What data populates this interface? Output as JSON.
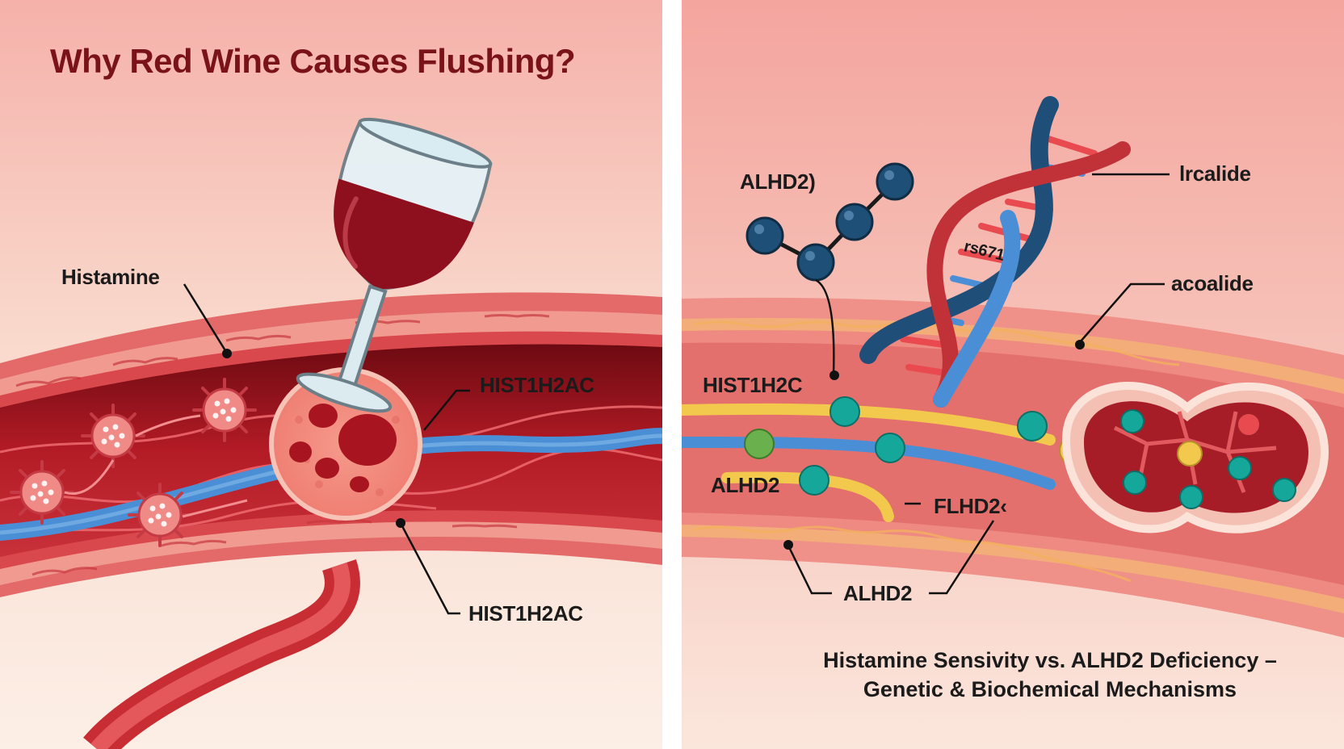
{
  "title": "Why Red Wine Causes Flushing?",
  "caption": {
    "line1": "Histamine Sensivity vs. ALHD2 Deficiency –",
    "line2": "Genetic & Biochemical Mechanisms"
  },
  "labels": {
    "histamine": "Histamine",
    "hist_top": "HIST1H2AC",
    "hist_bottom": "HIST1H2AC",
    "alhd2_mol": "ALHD2)",
    "ircalide": "lrcalide",
    "rs671": "rs671",
    "acoalide": "acoalide",
    "hist_right": "HIST1H2C",
    "alhd2_mid": "ALHD2",
    "flhd2": "FLHD2‹",
    "alhd2_bottom": "ALHD2"
  },
  "colors": {
    "title": "#7a1219",
    "vessel_outer": "#e46a6a",
    "vessel_inner": "#a8151f",
    "blue_strand": "#4a8fd6",
    "dna_navy": "#1f4f78",
    "wine": "#8e0f1d",
    "teal": "#15a89a",
    "yellow": "#f2c94c",
    "green": "#6ab04c"
  },
  "icons": {
    "wine_glass": "wine-glass-icon",
    "virus": "histamine-particle-icon",
    "dna": "dna-helix-icon",
    "molecule": "molecule-icon"
  }
}
